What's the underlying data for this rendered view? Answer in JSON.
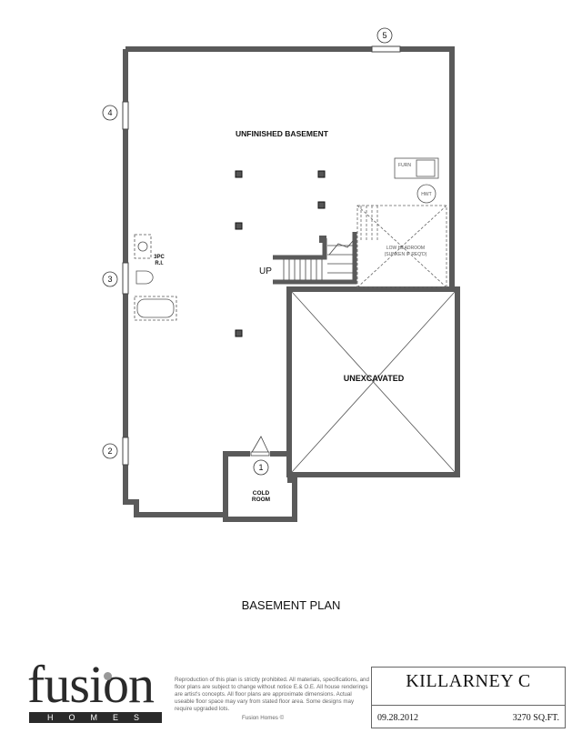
{
  "plan": {
    "rooms": {
      "unfinished_basement": "UNFINISHED BASEMENT",
      "unexcavated": "UNEXCAVATED",
      "cold_room_line1": "COLD",
      "cold_room_line2": "ROOM",
      "low_headroom_line1": "LOW HEADROOM",
      "low_headroom_line2": "(SUNKEN IF REQ'D)",
      "bath_rough_in_line1": "3PC",
      "bath_rough_in_line2": "R.I.",
      "furnace": "FURN",
      "water_heater": "HWT",
      "stairs_up": "UP"
    },
    "markers": [
      "1",
      "2",
      "3",
      "4",
      "5"
    ],
    "title": "BASEMENT PLAN"
  },
  "footer": {
    "logo_word": "fusion",
    "logo_sub": "HOMES",
    "disclaimer": "Reproduction of this plan is strictly prohibited.  All materials, specifications, and floor plans are subject to change without notice E.& O.E.  All house renderings are artist's concepts.  All floor plans are approximate dimensions.  Actual useable floor space may vary from stated floor area.  Some designs may require upgraded lots.",
    "credit": "Fusion Homes  ©",
    "model_name": "KILLARNEY C",
    "date": "09.28.2012",
    "area": "3270 SQ.FT."
  },
  "colors": {
    "wall": "#5a5a5a",
    "wall_edge": "#222222",
    "line": "#444444"
  }
}
